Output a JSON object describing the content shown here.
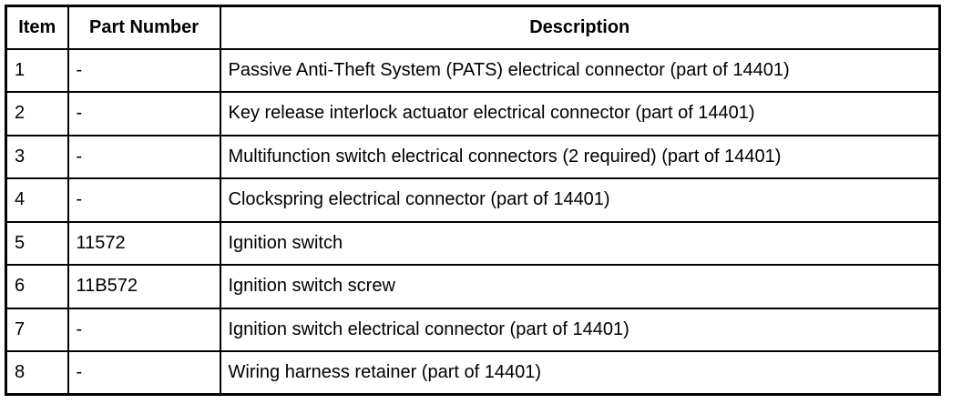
{
  "table": {
    "columns": [
      {
        "key": "item",
        "label": "Item"
      },
      {
        "key": "part_number",
        "label": "Part Number"
      },
      {
        "key": "description",
        "label": "Description"
      }
    ],
    "rows": [
      {
        "item": "1",
        "part_number": "-",
        "description": "Passive Anti-Theft System (PATS) electrical connector (part of 14401)"
      },
      {
        "item": "2",
        "part_number": "-",
        "description": "Key release interlock actuator electrical connector (part of 14401)"
      },
      {
        "item": "3",
        "part_number": "-",
        "description": "Multifunction switch electrical connectors (2 required) (part of 14401)"
      },
      {
        "item": "4",
        "part_number": "-",
        "description": "Clockspring electrical connector (part of 14401)"
      },
      {
        "item": "5",
        "part_number": "11572",
        "description": "Ignition switch"
      },
      {
        "item": "6",
        "part_number": "11B572",
        "description": "Ignition switch screw"
      },
      {
        "item": "7",
        "part_number": "-",
        "description": "Ignition switch electrical connector (part of 14401)"
      },
      {
        "item": "8",
        "part_number": "-",
        "description": "Wiring harness retainer (part of 14401)"
      }
    ]
  },
  "style": {
    "border_color": "#000000",
    "text_color": "#000000",
    "background_color": "#ffffff"
  }
}
